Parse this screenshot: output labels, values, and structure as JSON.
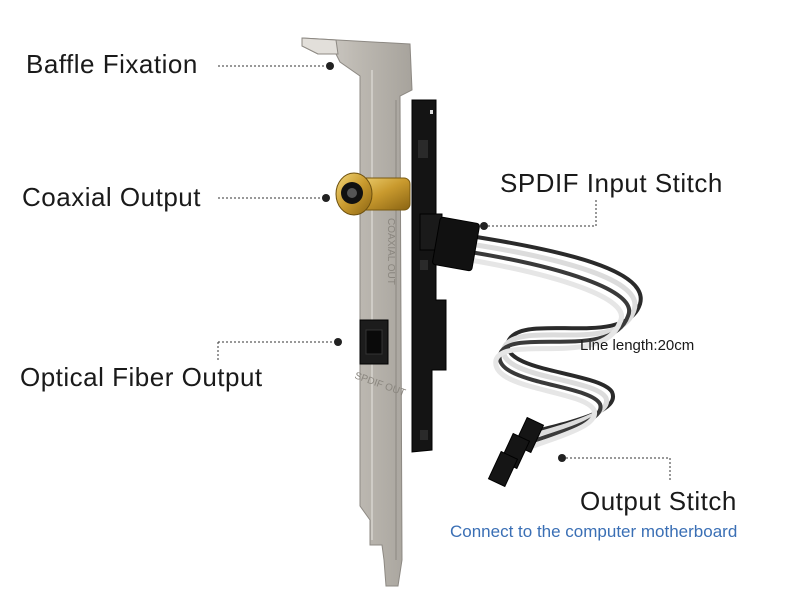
{
  "callouts": {
    "baffle_fixation": "Baffle Fixation",
    "coaxial_output": "Coaxial Output",
    "optical_fiber_output": "Optical Fiber Output",
    "spdif_input_stitch": "SPDIF Input Stitch",
    "line_length": "Line length:20cm",
    "output_stitch": "Output Stitch",
    "motherboard_note": "Connect to the computer motherboard"
  },
  "bracket_print": {
    "coaxial_text": "COAXIAL OUT",
    "spdif_text": "SPDIF OUT"
  },
  "colors": {
    "accent_blue": "#3a6fb5",
    "bracket_silver": "#bdbab4",
    "pcb_black": "#141414",
    "rca_gold": "#c9a43a"
  }
}
